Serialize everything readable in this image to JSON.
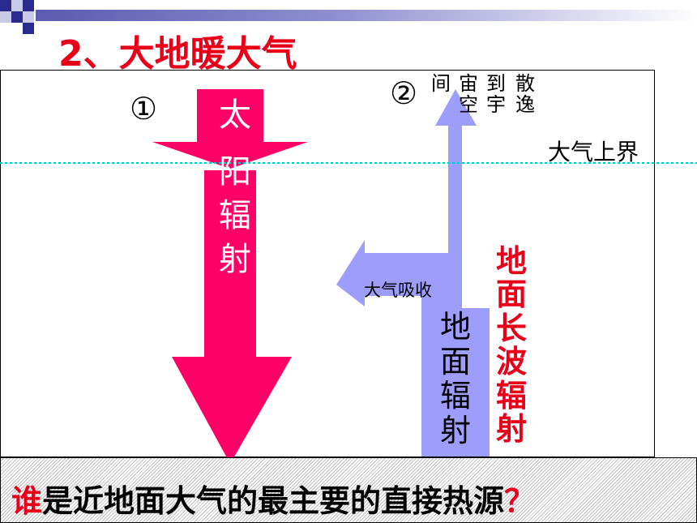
{
  "title": "2、大地暖大气",
  "colors": {
    "accent_red": "#e8001b",
    "solar_pink": "#ff0066",
    "ground_purple": "#9d9dfc",
    "boundary_cyan": "#00cccc"
  },
  "diagram": {
    "marker_1": "①",
    "marker_2": "②",
    "solar_radiation": [
      "太",
      "阳",
      "辐",
      "射"
    ],
    "space_scatter_col1": [
      "散",
      "逸"
    ],
    "space_scatter_col2": [
      "到",
      "宇"
    ],
    "space_scatter_col3": [
      "宙",
      "空"
    ],
    "space_scatter_col4": [
      "间"
    ],
    "upper_atmosphere": "大气上界",
    "atmosphere_absorb": "大气吸收",
    "ground_radiation": [
      "地",
      "面",
      "辐",
      "射"
    ],
    "ground_longwave": [
      "地",
      "面",
      "长",
      "波",
      "辐",
      "射"
    ]
  },
  "question": {
    "lead": "谁",
    "body": "是近地面大气的最主要的直接热源",
    "mark": "？"
  }
}
